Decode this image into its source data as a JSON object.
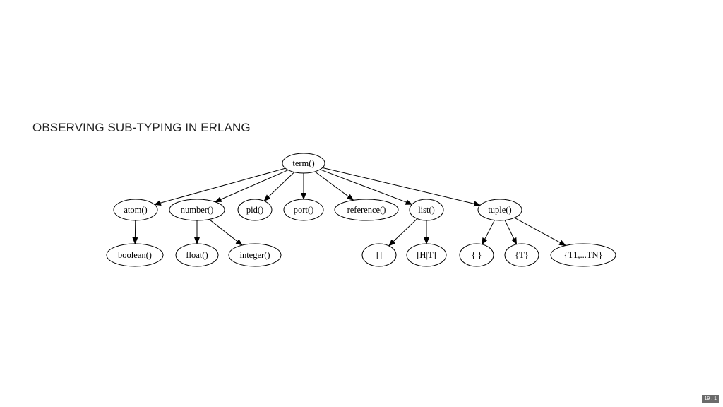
{
  "slide": {
    "title": "OBSERVING SUB-TYPING IN ERLANG",
    "page_number": "19 . 1"
  },
  "graph": {
    "nodes": [
      {
        "id": "term",
        "label": "term()"
      },
      {
        "id": "atom",
        "label": "atom()"
      },
      {
        "id": "number",
        "label": "number()"
      },
      {
        "id": "pid",
        "label": "pid()"
      },
      {
        "id": "port",
        "label": "port()"
      },
      {
        "id": "reference",
        "label": "reference()"
      },
      {
        "id": "list",
        "label": "list()"
      },
      {
        "id": "tuple",
        "label": "tuple()"
      },
      {
        "id": "boolean",
        "label": "boolean()"
      },
      {
        "id": "float",
        "label": "float()"
      },
      {
        "id": "integer",
        "label": "integer()"
      },
      {
        "id": "empty_list",
        "label": "[]"
      },
      {
        "id": "cons",
        "label": "[H|T]"
      },
      {
        "id": "empty_tuple",
        "label": "{ }"
      },
      {
        "id": "tuple_t",
        "label": "{T}"
      },
      {
        "id": "tuple_n",
        "label": "{T1,...TN}"
      }
    ],
    "edges": [
      {
        "from": "term",
        "to": "atom"
      },
      {
        "from": "term",
        "to": "number"
      },
      {
        "from": "term",
        "to": "pid"
      },
      {
        "from": "term",
        "to": "port"
      },
      {
        "from": "term",
        "to": "reference"
      },
      {
        "from": "term",
        "to": "list"
      },
      {
        "from": "term",
        "to": "tuple"
      },
      {
        "from": "atom",
        "to": "boolean"
      },
      {
        "from": "number",
        "to": "float"
      },
      {
        "from": "number",
        "to": "integer"
      },
      {
        "from": "list",
        "to": "empty_list"
      },
      {
        "from": "list",
        "to": "cons"
      },
      {
        "from": "tuple",
        "to": "empty_tuple"
      },
      {
        "from": "tuple",
        "to": "tuple_t"
      },
      {
        "from": "tuple",
        "to": "tuple_n"
      }
    ]
  }
}
